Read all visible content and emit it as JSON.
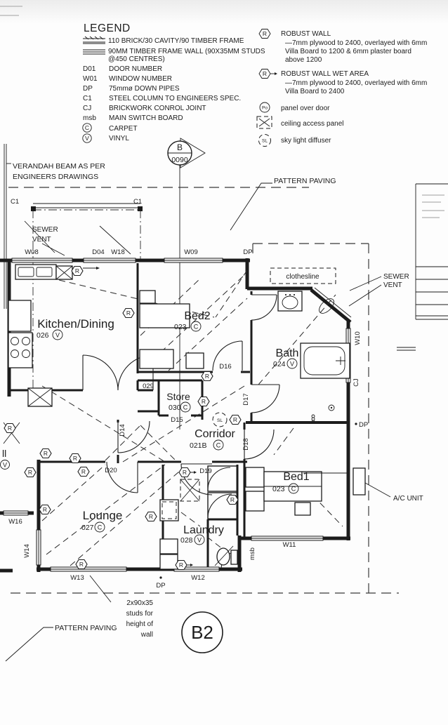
{
  "legend": {
    "title": "LEGEND",
    "wall_type_1": "110 BRICK/30 CAVITY/90 TIMBER FRAME",
    "wall_type_2a": "90MM TIMBER FRAME WALL (90X35MM STUDS",
    "wall_type_2b": "@450 CENTRES)",
    "codes": [
      {
        "code": "D01",
        "desc": "DOOR NUMBER"
      },
      {
        "code": "W01",
        "desc": "WINDOW NUMBER"
      },
      {
        "code": "DP",
        "desc": "75mmø DOWN PIPES"
      },
      {
        "code": "C1",
        "desc": "STEEL COLUMN TO ENGINEERS SPEC."
      },
      {
        "code": "CJ",
        "desc": "BRICKWORK CONROL JOINT"
      },
      {
        "code": "msb",
        "desc": "MAIN SWITCH BOARD"
      }
    ],
    "finishes": [
      {
        "letter": "C",
        "desc": "CARPET"
      },
      {
        "letter": "V",
        "desc": "VINYL"
      }
    ]
  },
  "legend_right": {
    "robust_wall": {
      "symbol": "R",
      "title": "ROBUST WALL",
      "lines": [
        "—7mm plywood to 2400, overlayed with 6mm",
        "Villa Board to 1200 & 6mm plaster board",
        "above 1200"
      ]
    },
    "robust_wall_wet": {
      "symbol": "R",
      "title": "ROBUST WALL WET AREA",
      "lines": [
        "—7mm plywood to 2400, overlayed with 6mm",
        "Villa Board to 2400"
      ]
    },
    "panel_over_door": {
      "symbol": "Po",
      "label": "panel over door"
    },
    "ceiling_access": {
      "label": "ceiling access panel"
    },
    "sky_light": {
      "symbol": "SL",
      "label": "sky light diffuser"
    }
  },
  "section_marker": {
    "letter": "B",
    "number": "0090"
  },
  "sheet_ref": "B2",
  "rooms": {
    "kitchen_dining": {
      "name": "Kitchen/Dining",
      "number": "026",
      "finish": "V"
    },
    "bed2": {
      "name": "Bed2",
      "number": "023",
      "finish": "C"
    },
    "bath": {
      "name": "Bath",
      "number": "024",
      "finish": "V"
    },
    "store": {
      "name": "Store",
      "number": "030",
      "finish": "C"
    },
    "corridor": {
      "name": "Corridor",
      "number": "021B",
      "finish": "C"
    },
    "bed1": {
      "name": "Bed1",
      "number": "023",
      "finish": "C"
    },
    "lounge": {
      "name": "Lounge",
      "number": "027",
      "finish": "C"
    },
    "laundry": {
      "name": "Laundry",
      "number": "028",
      "finish": "V"
    },
    "hall_partial": {
      "name": "ll",
      "finish": "V"
    },
    "closet": {
      "number": "029"
    }
  },
  "doors": {
    "d04": "D04",
    "d14": "D14",
    "d15": "D15",
    "d16": "D16",
    "d17": "D17",
    "d18": "D18",
    "d19": "D19",
    "d20": "D20"
  },
  "windows": {
    "w08": "W08",
    "w09": "W09",
    "w10": "W10",
    "w11": "W11",
    "w12": "W12",
    "w13": "W13",
    "w14": "W14",
    "w16": "W16",
    "w18": "W18"
  },
  "annotations": {
    "verandah_beam_1": "VERANDAH BEAM AS PER",
    "verandah_beam_2": "ENGINEERS DRAWINGS",
    "pattern_paving": "PATTERN PAVING",
    "sewer_1": "SEWER",
    "sewer_2": "VENT",
    "clothesline": "clothesline",
    "ac_unit": "A/C UNIT",
    "studs_1": "2x90x35",
    "studs_2": "studs for",
    "studs_3": "height of",
    "studs_4": "wall",
    "msb": "msb",
    "dp": "DP",
    "cj": "CJ",
    "c1": "C1",
    "sl": "SL"
  },
  "markers": {
    "letter": "R",
    "robust_wall": [
      [
        110,
        386
      ],
      [
        183,
        446
      ],
      [
        295,
        536
      ],
      [
        290,
        572
      ],
      [
        335,
        598
      ],
      [
        14,
        610
      ],
      [
        65,
        646
      ],
      [
        107,
        653
      ],
      [
        43,
        673
      ],
      [
        119,
        672
      ],
      [
        64,
        726
      ],
      [
        215,
        736
      ],
      [
        116,
        804
      ],
      [
        331,
        712
      ]
    ],
    "robust_wall_wet": [
      [
        263,
        673
      ],
      [
        258,
        805
      ]
    ]
  }
}
